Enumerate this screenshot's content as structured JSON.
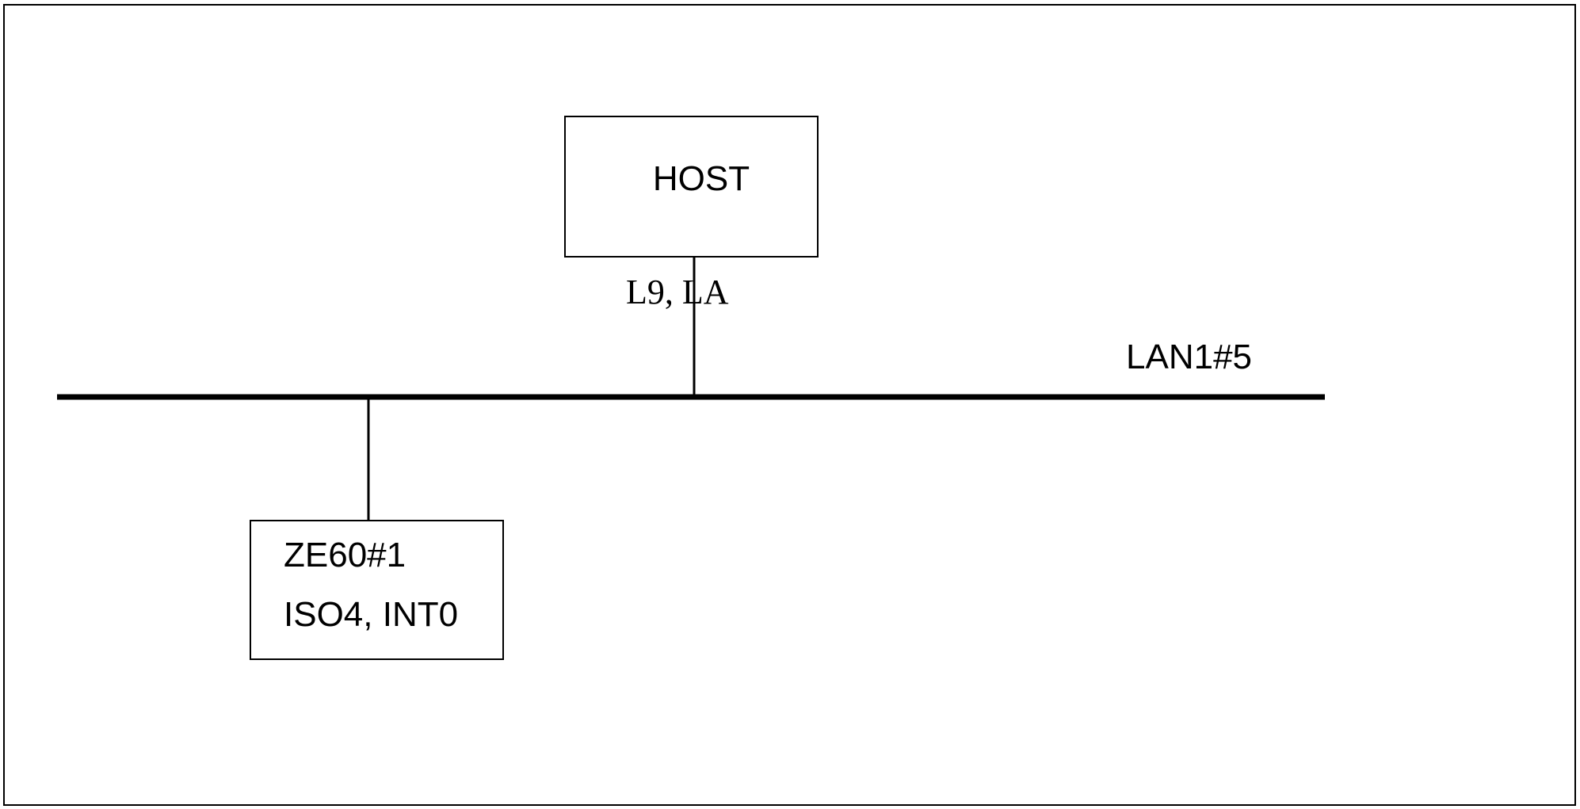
{
  "diagram": {
    "nodes": {
      "host": {
        "label": "HOST",
        "link_label": "L9, LA"
      },
      "ze60": {
        "name": "ZE60#1",
        "detail": "ISO4, INT0"
      }
    },
    "bus": {
      "label": "LAN1#5"
    },
    "colors": {
      "stroke": "#000000",
      "background": "#ffffff"
    }
  }
}
